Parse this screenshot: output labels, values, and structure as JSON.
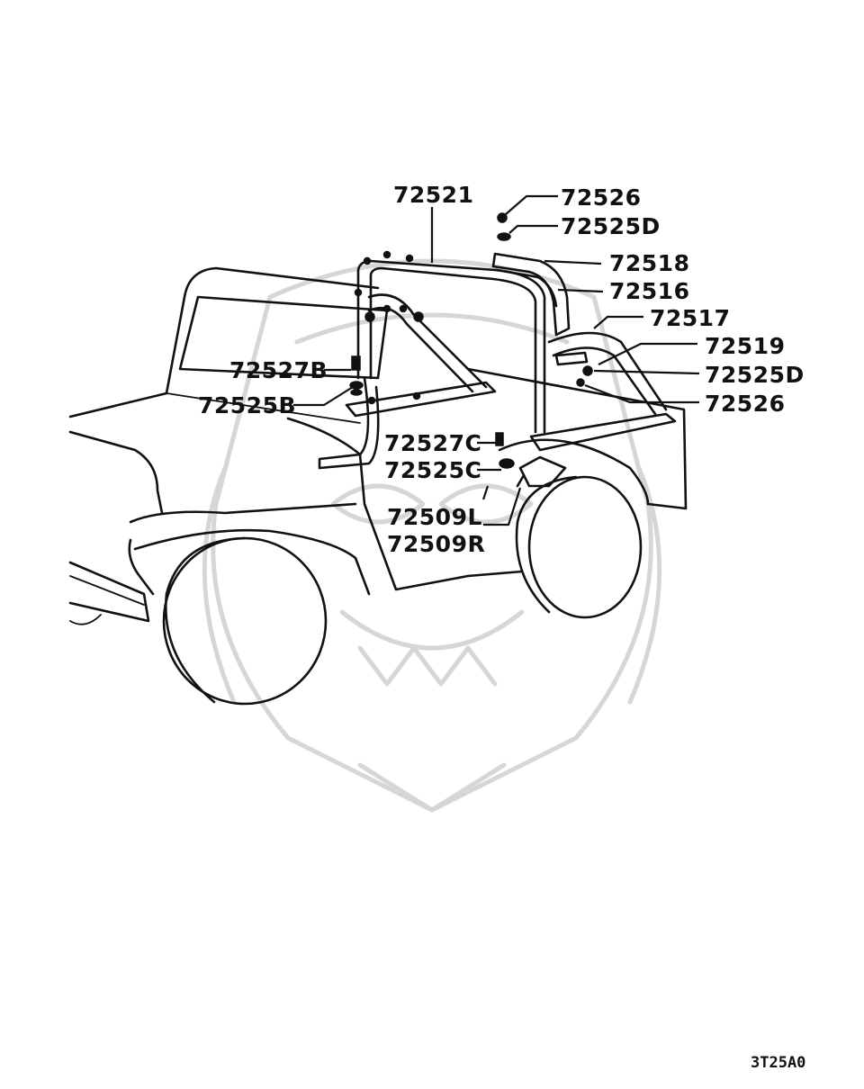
{
  "diagram_code": "3T25A0",
  "callouts": {
    "p72521": "72521",
    "p72526_top": "72526",
    "p72525D_top": "72525D",
    "p72518": "72518",
    "p72516": "72516",
    "p72517": "72517",
    "p72519": "72519",
    "p72525D_mid": "72525D",
    "p72526_mid": "72526",
    "p72527B": "72527B",
    "p72525B": "72525B",
    "p72527C": "72527C",
    "p72525C": "72525C",
    "p72509L": "72509L",
    "p72509R": "72509R"
  }
}
